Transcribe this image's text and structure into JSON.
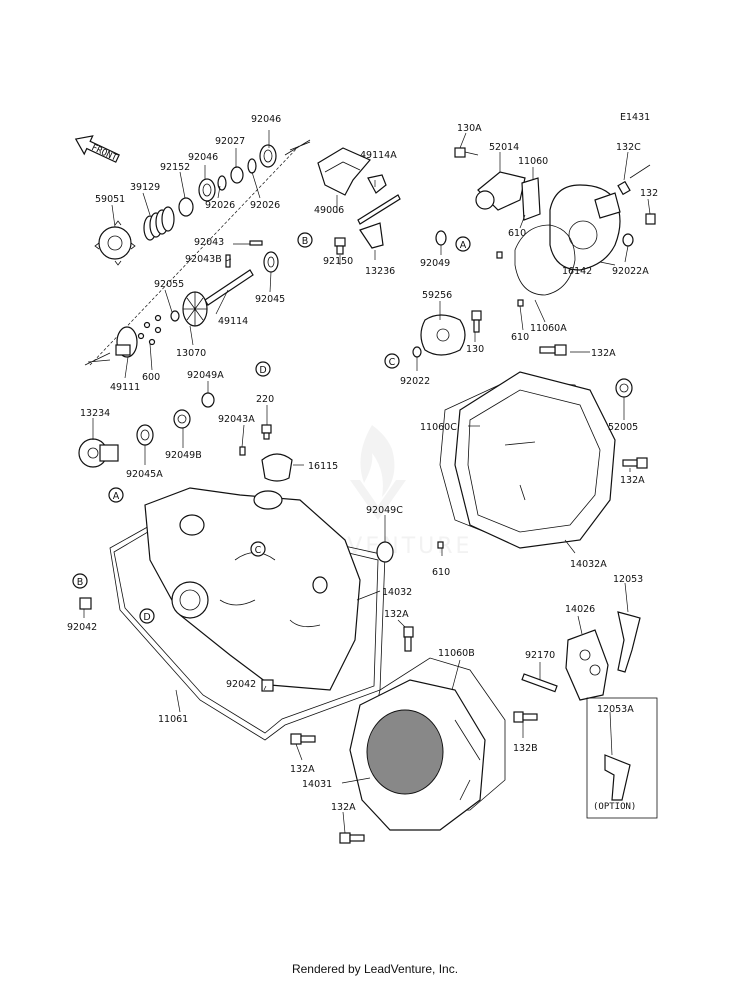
{
  "figure_id": "E1431",
  "front_arrow_label": "FRONT",
  "footer": "Rendered by LeadVenture, Inc.",
  "watermark": "LEADVENTURE",
  "option_label": "(OPTION)",
  "callouts": {
    "A": "A",
    "B": "B",
    "C": "C",
    "D": "D"
  },
  "parts": {
    "p92046a": "92046",
    "p92027": "92027",
    "p92046b": "92046",
    "p92152": "92152",
    "p39129": "39129",
    "p59051": "59051",
    "p92026a": "92026",
    "p92026b": "92026",
    "p49006": "49006",
    "p49114a": "49114A",
    "p92043": "92043",
    "p92043b": "92043B",
    "p92045": "92045",
    "p92150": "92150",
    "p13236": "13236",
    "p92055": "92055",
    "p49114": "49114",
    "p13070": "13070",
    "p600": "600",
    "p49111": "49111",
    "p92049a": "92049A",
    "p220": "220",
    "p92043a": "92043A",
    "p13234": "13234",
    "p92049b": "92049B",
    "p92045a": "92045A",
    "p16115": "16115",
    "p130a": "130A",
    "p52014": "52014",
    "p11060": "11060",
    "p132c": "132C",
    "p132": "132",
    "p610a": "610",
    "p92049": "92049",
    "p92022a": "92022A",
    "p16142": "16142",
    "p11060a": "11060A",
    "p610b": "610",
    "p59256": "59256",
    "p130": "130",
    "p92022": "92022",
    "p132a_1": "132A",
    "p11060c": "11060C",
    "p52005": "52005",
    "p132a_2": "132A",
    "p92049c": "92049C",
    "p610c": "610",
    "p14032a": "14032A",
    "p14032": "14032",
    "p92042a": "92042",
    "p132a_3": "132A",
    "p12053": "12053",
    "p14026": "14026",
    "p11060b": "11060B",
    "p92170": "92170",
    "p92042b": "92042",
    "p11061": "11061",
    "p132b": "132B",
    "p12053a": "12053A",
    "p132a_4": "132A",
    "p14031": "14031",
    "p132a_5": "132A"
  }
}
